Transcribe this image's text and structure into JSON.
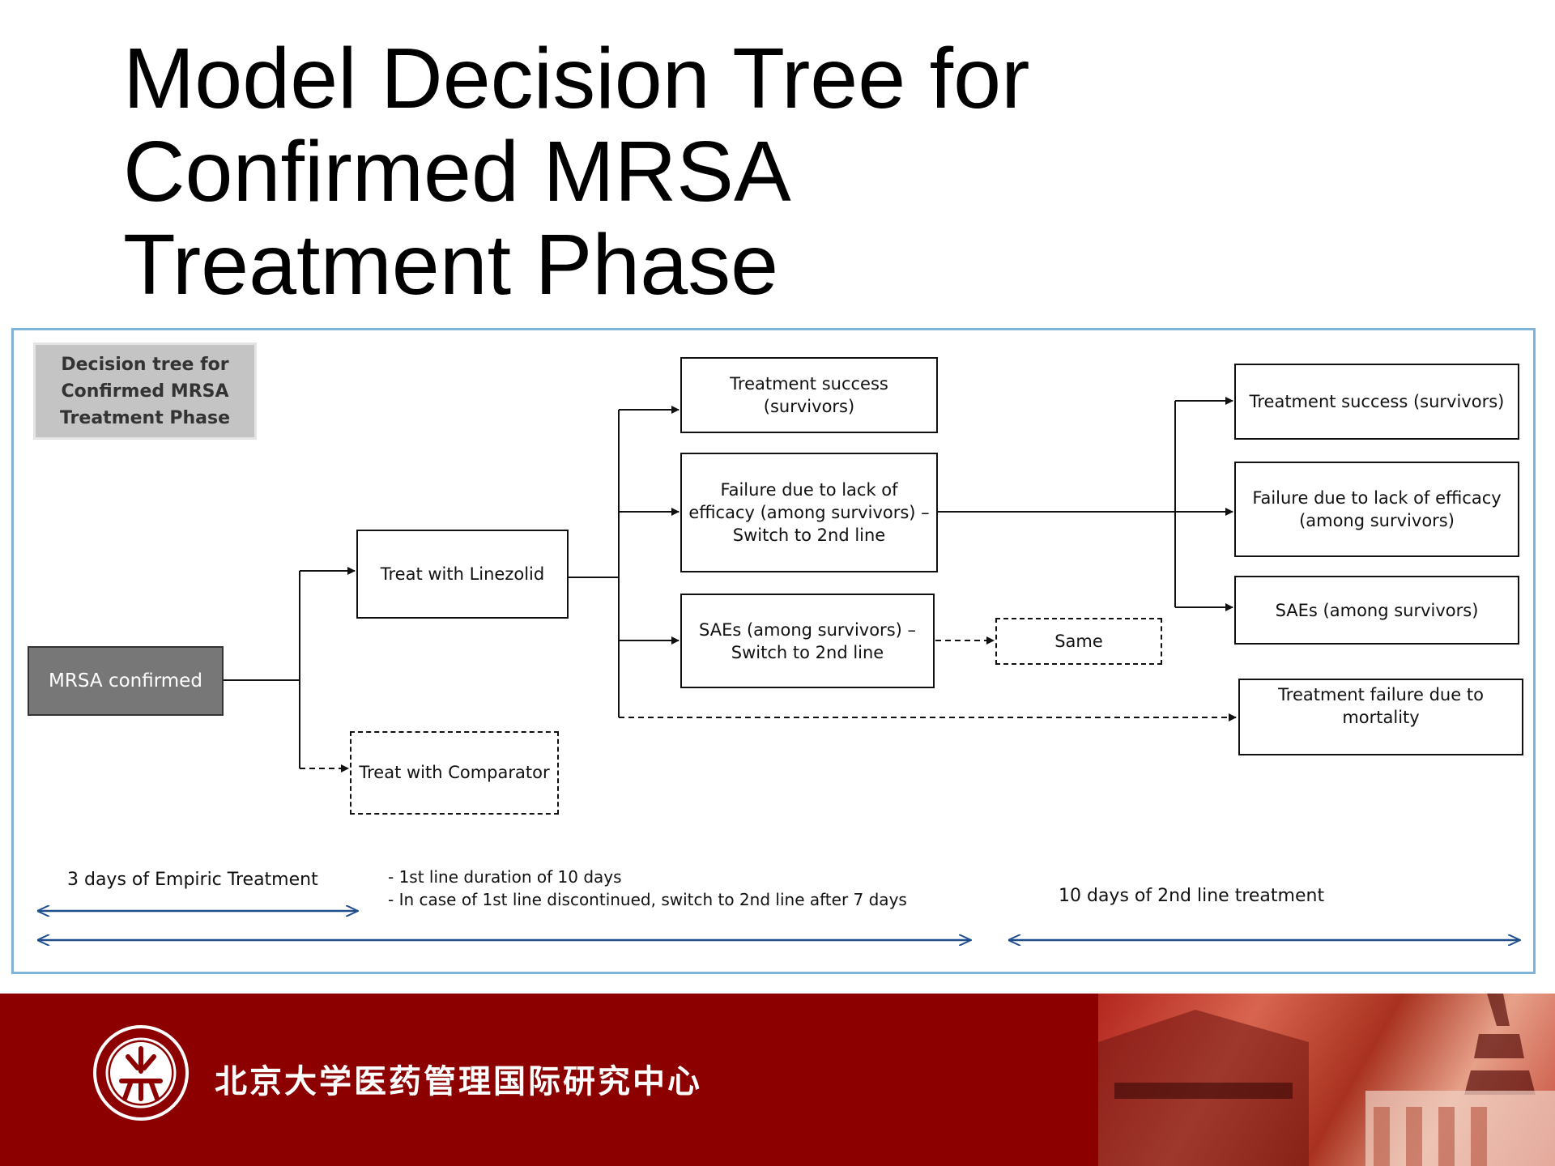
{
  "slide": {
    "title_lines": [
      "Model Decision Tree for",
      "Confirmed MRSA",
      "Treatment Phase"
    ]
  },
  "diagram": {
    "legend": "Decision tree for Confirmed MRSA Treatment Phase",
    "root": "MRSA confirmed",
    "treat_linezolid": "Treat with Linezolid",
    "treat_comparator": "Treat with Comparator",
    "mid_outcomes": {
      "success": "Treatment success (survivors)",
      "failure_efficacy": "Failure due to lack of efficacy (among survivors) – Switch to 2nd line",
      "saes": "SAEs (among survivors)  – Switch to 2nd line"
    },
    "same": "Same",
    "final_outcomes": {
      "success": "Treatment success (survivors)",
      "failure_efficacy": "Failure due to lack of efficacy (among survivors)",
      "saes": "SAEs (among survivors)",
      "mortality": "Treatment failure due to mortality"
    },
    "timeline": {
      "empiric": "3 days of Empiric Treatment",
      "first_line_note_1": "- 1st line duration of 10 days",
      "first_line_note_2": "- In case of 1st line discontinued, switch to 2nd line after 7 days",
      "second_line": "10 days of 2nd line  treatment"
    }
  },
  "footer": {
    "institution": "北京大学医药管理国际研究中心",
    "logo_icon": "peking-university-seal-icon",
    "colors": {
      "banner": "#8c0000",
      "panel_border": "#7fb2d9",
      "root_fill": "#777777",
      "legend_fill": "#c4c4c4"
    }
  }
}
